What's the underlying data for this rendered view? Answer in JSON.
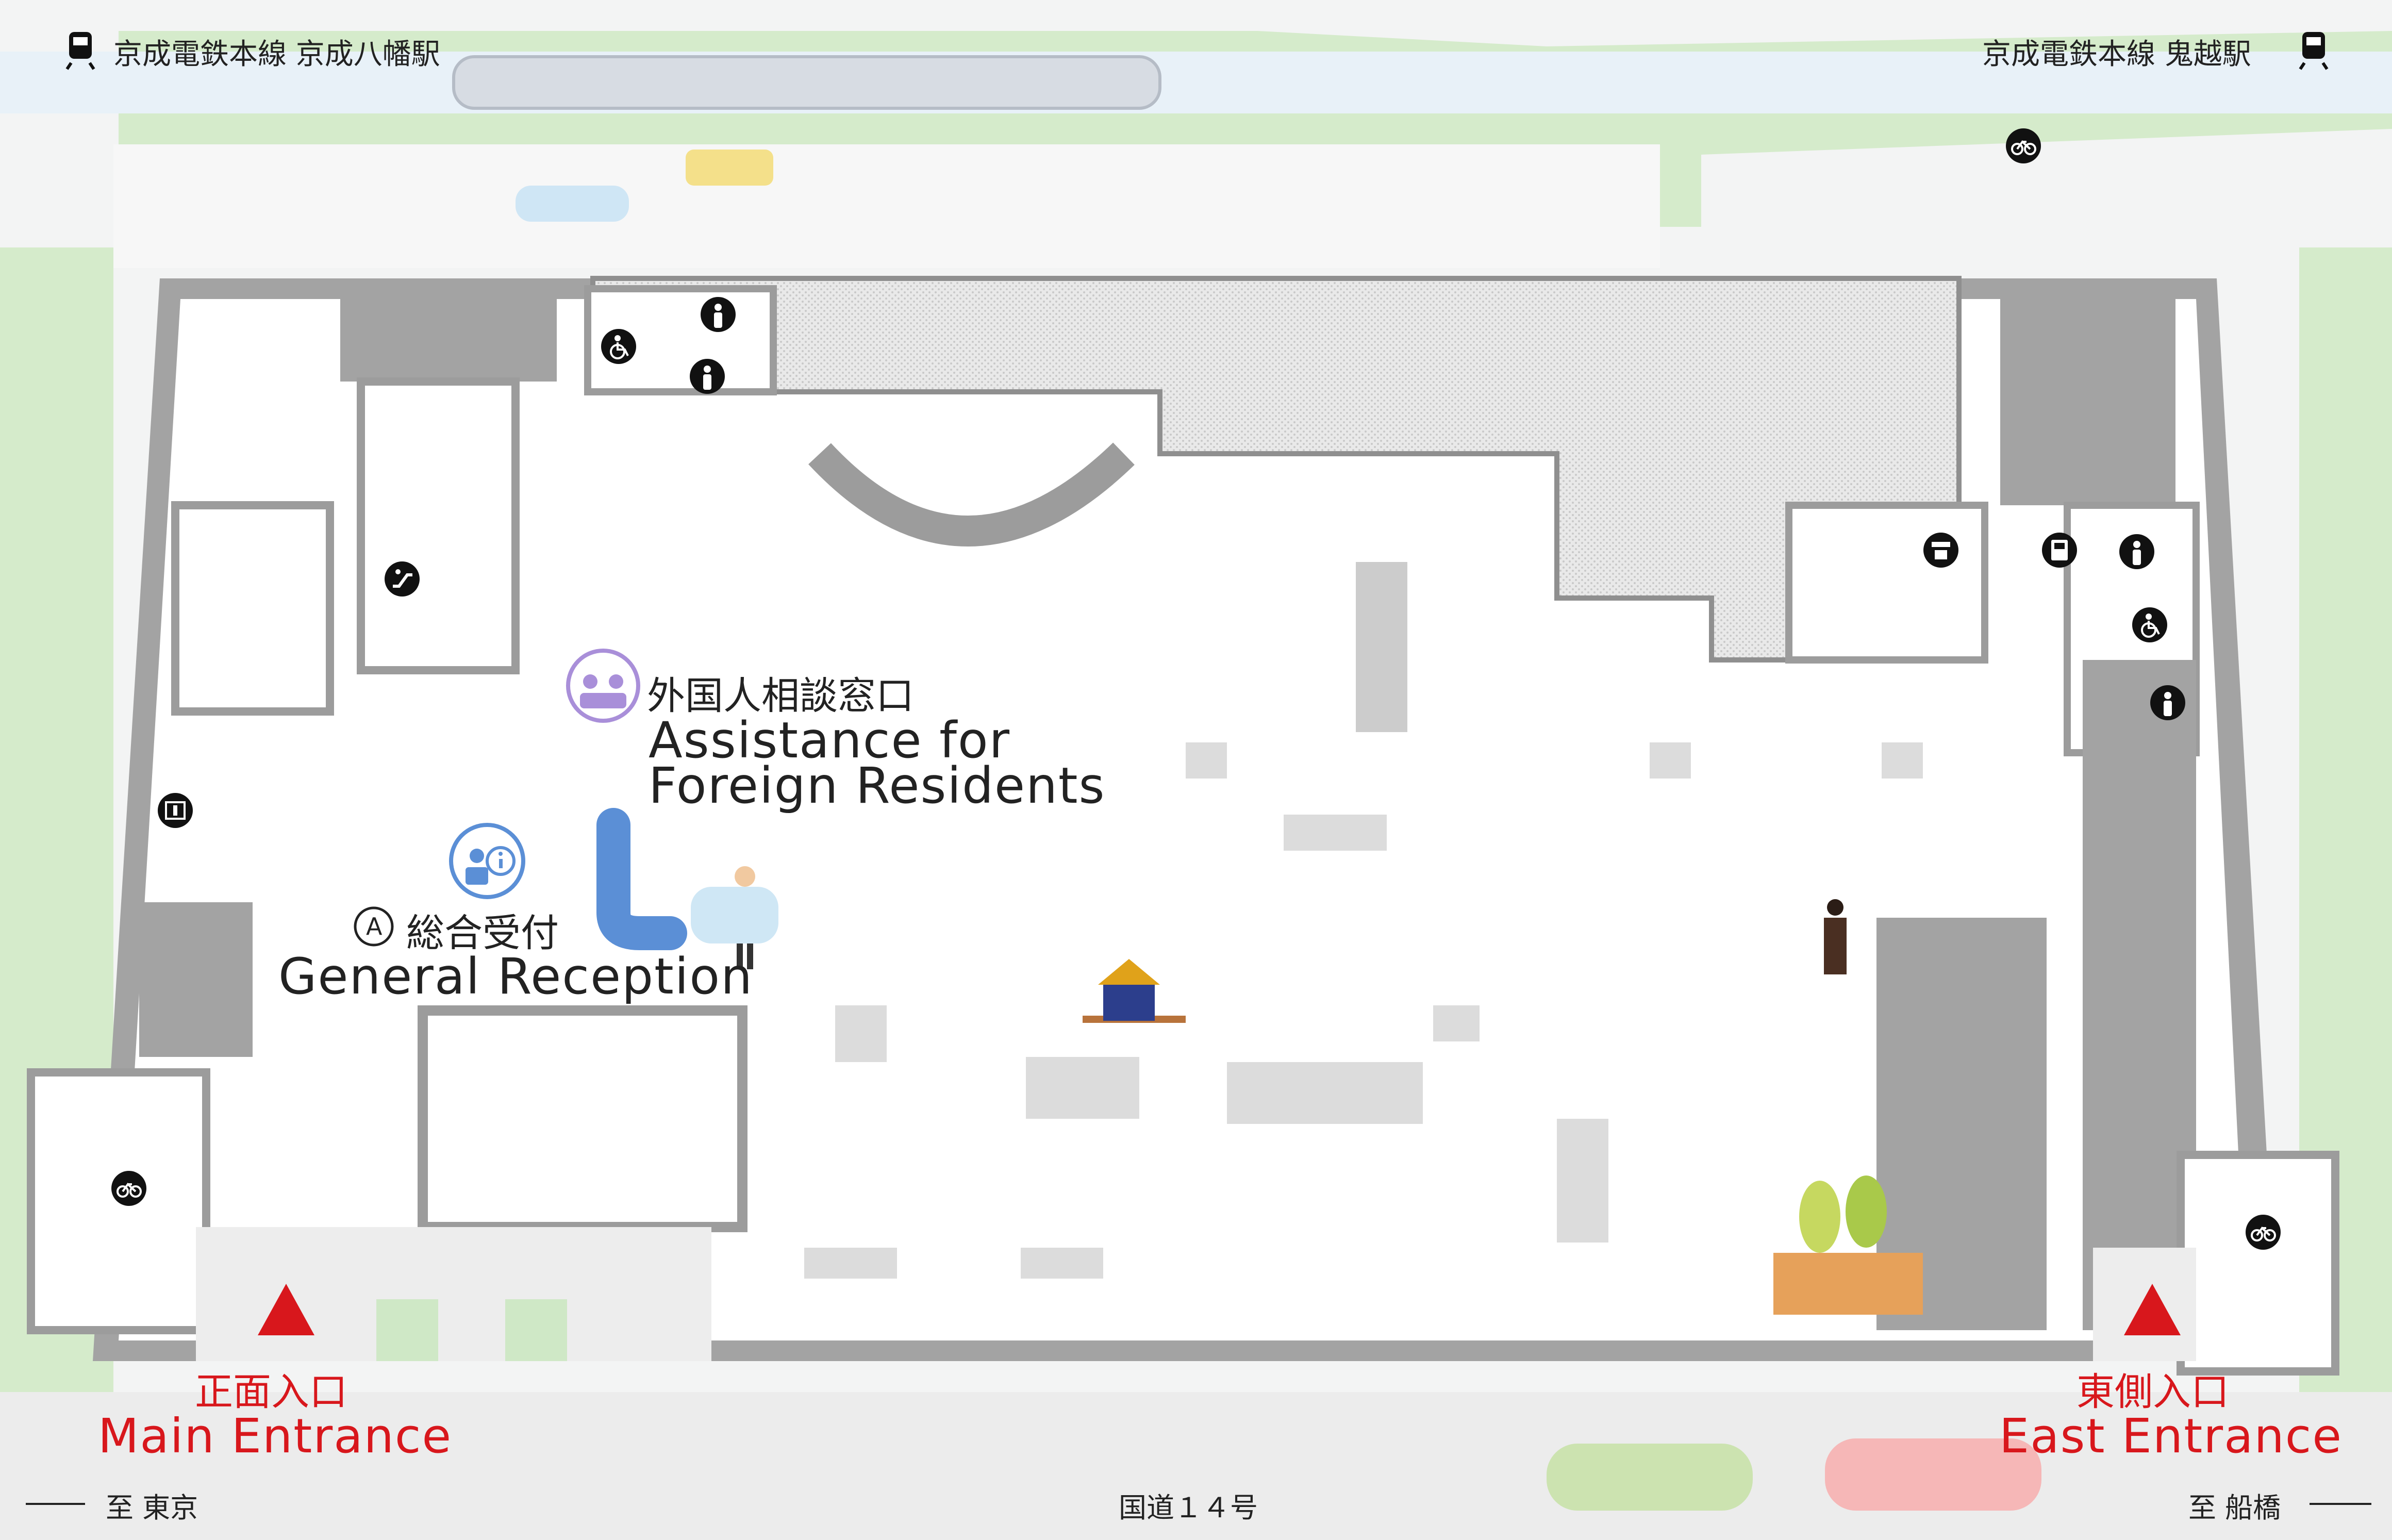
{
  "stations": {
    "west": "京成電鉄本線 京成八幡駅",
    "east": "京成電鉄本線 鬼越駅"
  },
  "facilities": {
    "foreign_assistance": {
      "ja": "外国人相談窓口",
      "en_line1": "Assistance for",
      "en_line2": "Foreign Residents"
    },
    "general_reception": {
      "marker": "A",
      "ja": "総合受付",
      "en": "General Reception"
    }
  },
  "entrances": {
    "main": {
      "ja": "正面入口",
      "en": "Main Entrance"
    },
    "east": {
      "ja": "東側入口",
      "en": "East Entrance"
    }
  },
  "roads": {
    "to_tokyo": "至 東京",
    "route": "国道１４号",
    "to_funabashi": "至 船橋"
  },
  "icons": {
    "train": "train-icon",
    "bicycle_parking": "bicycle-icon",
    "wheelchair_restroom": "wheelchair-icon",
    "restroom": "person-restroom-icon",
    "escalator": "escalator-icon",
    "elevator": "elevator-icon",
    "atm": "atm-icon",
    "vending": "vending-machine-icon",
    "information": "information-icon",
    "consultation": "consultation-icon"
  },
  "colors": {
    "entrance_red": "#d8171c",
    "wall_gray": "#9c9c9c",
    "floor_white": "#ffffff",
    "green_area": "#cfe8c6",
    "reception_blue": "#5b8fd6",
    "consult_purple": "#a98fd9"
  }
}
